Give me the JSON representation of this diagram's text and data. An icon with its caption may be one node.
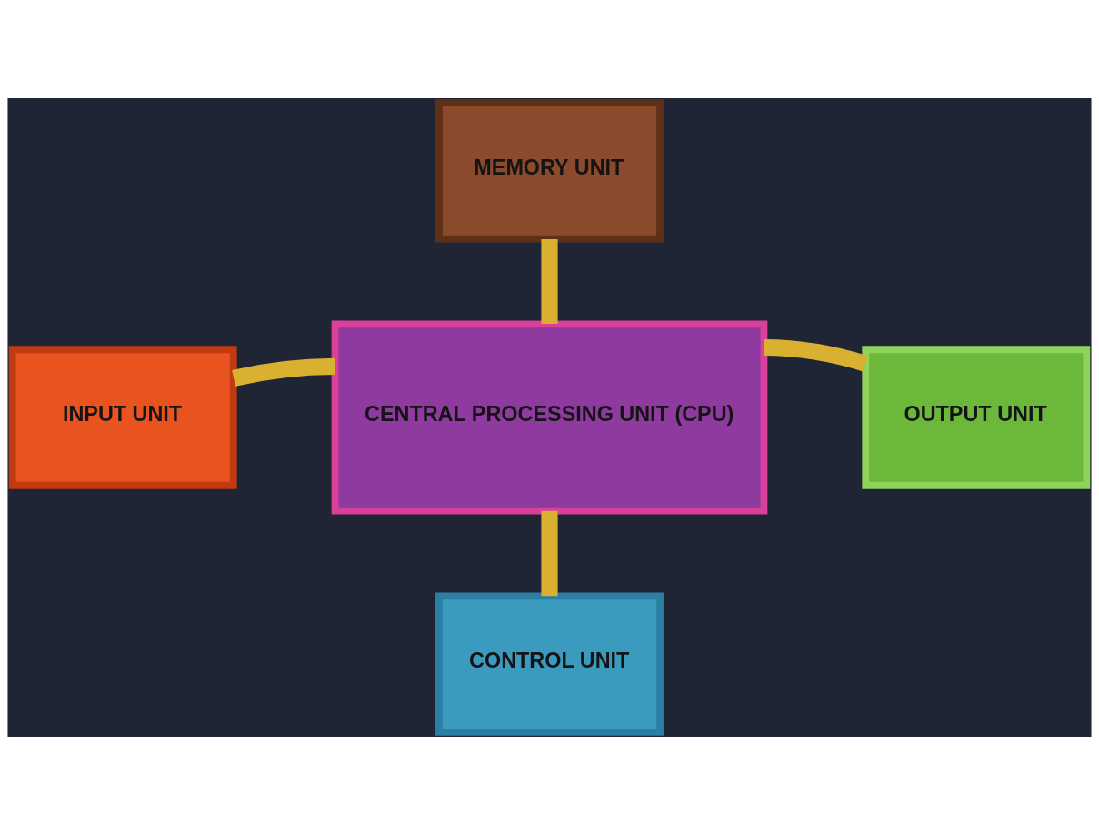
{
  "diagram": {
    "nodes": [
      {
        "text": [
          "MEMORY UNIT"
        ]
      },
      {
        "text": [
          "INPUT UNIT"
        ]
      },
      {
        "text": [
          "CENTRAL PROCESSING UNIT (CPU)"
        ]
      },
      {
        "text": [
          "OUTPUT UNIT"
        ]
      },
      {
        "text": [
          "CONTROL UNIT"
        ]
      }
    ],
    "edges": [
      {
        "from": 0,
        "to": 2,
        "arrow": "none"
      },
      {
        "from": 1,
        "to": 2,
        "arrow": "none"
      },
      {
        "from": 2,
        "to": 3,
        "arrow": "none"
      },
      {
        "from": 2,
        "to": 4,
        "arrow": "none"
      }
    ]
  }
}
